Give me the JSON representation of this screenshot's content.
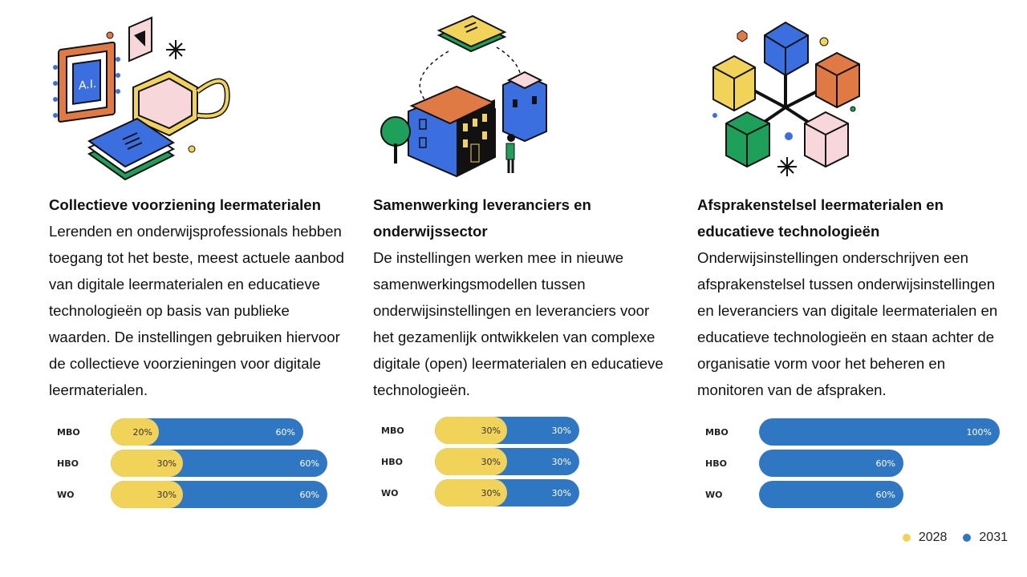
{
  "colors": {
    "y2028": "#F2D35A",
    "y2031": "#2F76C3"
  },
  "columns": [
    {
      "heading": "Collectieve voorziening leermaterialen",
      "body": "Lerenden en onderwijsprofessionals hebben toegang tot het beste, meest actuele aanbod van digitale leermaterialen en educatieve technologieën op basis van publieke waarden. De instellingen gebruiken hiervoor de collectieve voorzieningen voor digitale leermaterialen."
    },
    {
      "heading": "Samenwerking leveranciers en onderwijssector",
      "body": "De instellingen werken mee in nieuwe samenwerkingsmodellen tussen onderwijsinstellingen en leveranciers voor het gezamenlijk ontwikkelen van complexe digitale (open) leermaterialen en educatieve technologieën."
    },
    {
      "heading": "Afsprakenstelsel leermaterialen en educatieve technologieën",
      "body": "Onderwijsinstellingen onderschrijven een afsprakenstelsel tussen onderwijsinstellingen en leveranciers van digitale leermaterialen en educatieve technologieën en staan achter de organisatie vorm voor het beheren en monitoren van de afspraken."
    }
  ],
  "chart_data": [
    {
      "type": "bar",
      "categories": [
        "MBO",
        "HBO",
        "WO"
      ],
      "series": [
        {
          "name": "2028",
          "values": [
            20,
            30,
            30
          ]
        },
        {
          "name": "2031",
          "values": [
            60,
            60,
            60
          ]
        }
      ],
      "value_labels": {
        "2028": [
          "20%",
          "30%",
          "30%"
        ],
        "2031": [
          "60%",
          "60%",
          "60%"
        ]
      },
      "xlim": [
        0,
        100
      ]
    },
    {
      "type": "bar",
      "categories": [
        "MBO",
        "HBO",
        "WO"
      ],
      "series": [
        {
          "name": "2028",
          "values": [
            30,
            30,
            30
          ]
        },
        {
          "name": "2031",
          "values": [
            30,
            30,
            30
          ]
        }
      ],
      "value_labels": {
        "2028": [
          "30%",
          "30%",
          "30%"
        ],
        "2031": [
          "30%",
          "30%",
          "30%"
        ]
      },
      "xlim": [
        0,
        100
      ]
    },
    {
      "type": "bar",
      "categories": [
        "MBO",
        "HBO",
        "WO"
      ],
      "series": [
        {
          "name": "2028",
          "values": [
            0,
            0,
            0
          ]
        },
        {
          "name": "2031",
          "values": [
            100,
            60,
            60
          ]
        }
      ],
      "value_labels": {
        "2028": [
          "",
          "",
          ""
        ],
        "2031": [
          "100%",
          "60%",
          "60%"
        ]
      },
      "xlim": [
        0,
        100
      ]
    }
  ],
  "legend": {
    "items": [
      {
        "label": "2028",
        "color": "#F2D35A"
      },
      {
        "label": "2031",
        "color": "#2F76C3"
      }
    ]
  }
}
